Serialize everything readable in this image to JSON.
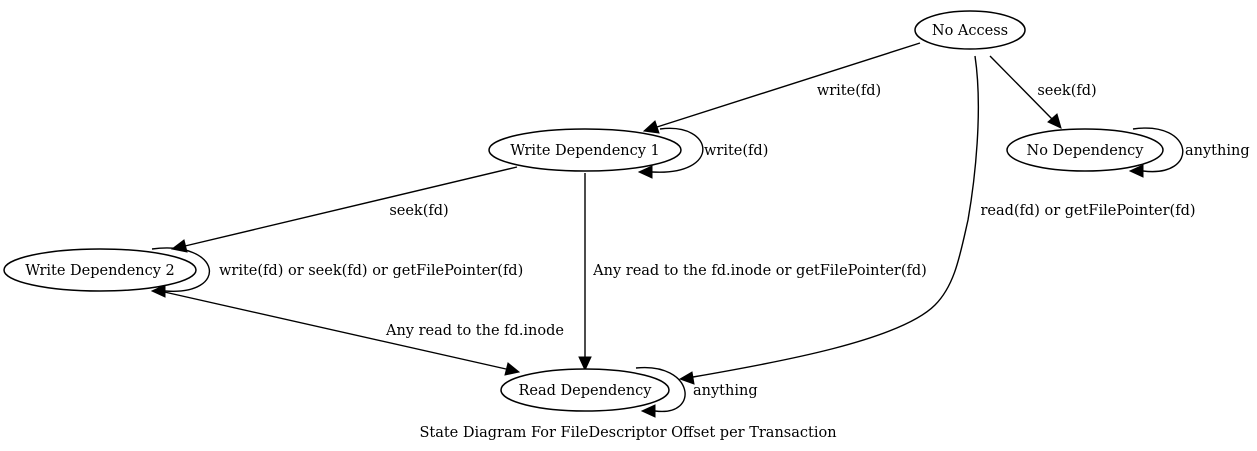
{
  "diagram": {
    "caption": "State Diagram For FileDescriptor Offset per Transaction",
    "nodes": {
      "no_access": "No Access",
      "write_dep_1": "Write Dependency 1",
      "no_dependency": "No Dependency",
      "write_dep_2": "Write Dependency 2",
      "read_dependency": "Read Dependency"
    },
    "edges": {
      "no_access_to_wd1": "write(fd)",
      "no_access_to_no_dep": "seek(fd)",
      "no_access_to_read": "read(fd) or getFilePointer(fd)",
      "wd1_self": "write(fd)",
      "no_dep_self": "anything",
      "wd1_to_wd2": "seek(fd)",
      "wd2_self": "write(fd) or seek(fd) or getFilePointer(fd)",
      "wd1_to_read": "Any read to the fd.inode or getFilePointer(fd)",
      "wd2_to_read": "Any read to the fd.inode",
      "read_self": "anything"
    }
  }
}
